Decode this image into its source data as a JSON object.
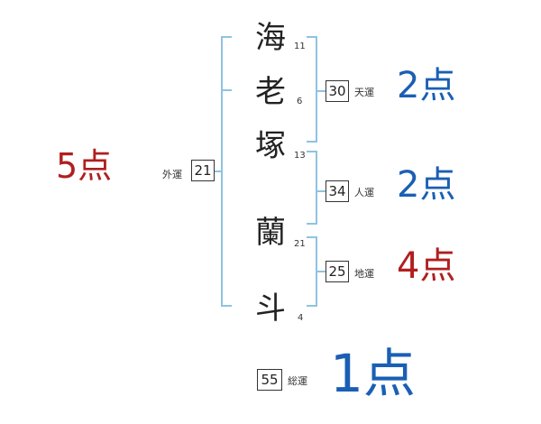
{
  "name": {
    "chars": [
      {
        "char": "海",
        "strokes": "11"
      },
      {
        "char": "老",
        "strokes": "6"
      },
      {
        "char": "塚",
        "strokes": "13"
      },
      {
        "char": "蘭",
        "strokes": "21"
      },
      {
        "char": "斗",
        "strokes": "4"
      }
    ]
  },
  "fortunes": {
    "gaiun": {
      "label": "外運",
      "value": "21",
      "score": "5点"
    },
    "tenun": {
      "label": "天運",
      "value": "30",
      "score": "2点"
    },
    "jinun": {
      "label": "人運",
      "value": "34",
      "score": "2点"
    },
    "chiun": {
      "label": "地運",
      "value": "25",
      "score": "4点"
    },
    "souun": {
      "label": "総運",
      "value": "55",
      "score": "1点"
    }
  },
  "colors": {
    "bracket": "#8fc3e0",
    "score_blue": "#1a5fb4",
    "score_red": "#b01f1f",
    "text": "#222222"
  }
}
